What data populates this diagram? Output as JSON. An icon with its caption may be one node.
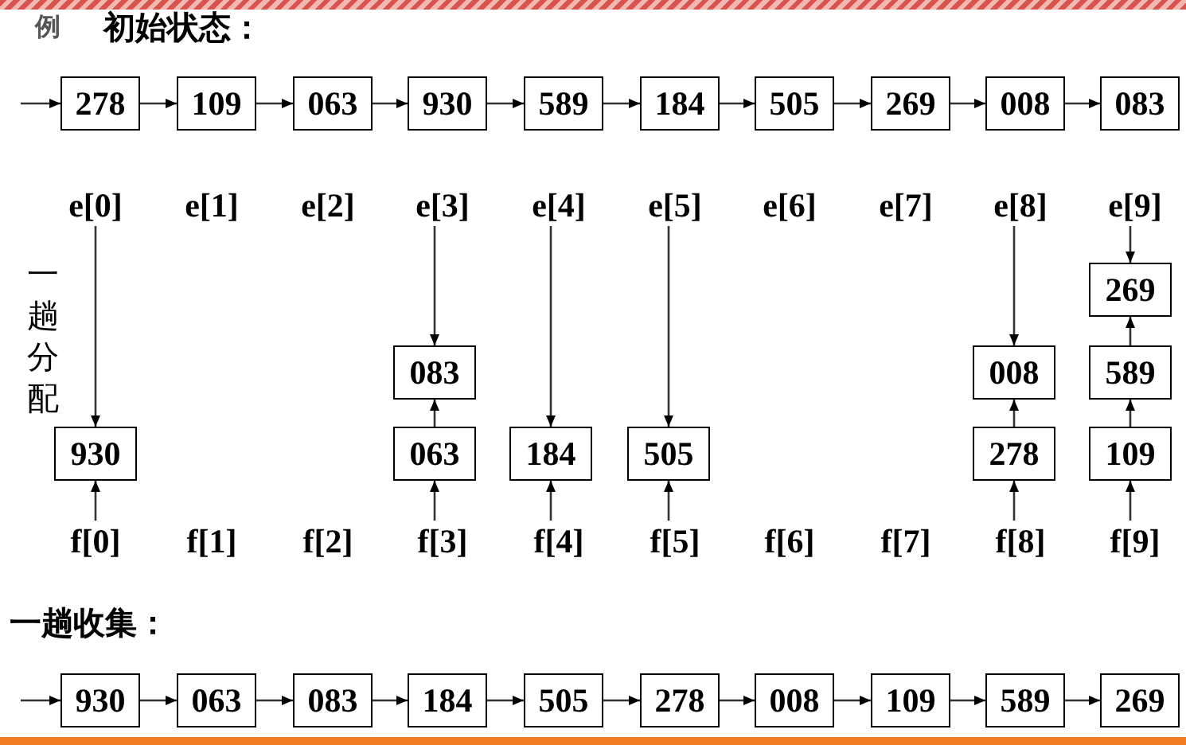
{
  "diagram": {
    "nodes": [
      {
        "text": [
          "278"
        ]
      },
      {
        "text": [
          "109"
        ]
      },
      {
        "text": [
          "063"
        ]
      },
      {
        "text": [
          "930"
        ]
      },
      {
        "text": [
          "589"
        ]
      },
      {
        "text": [
          "184"
        ]
      },
      {
        "text": [
          "505"
        ]
      },
      {
        "text": [
          "269"
        ]
      },
      {
        "text": [
          "008"
        ]
      },
      {
        "text": [
          "083"
        ]
      },
      {
        "text": [
          "e[0]"
        ]
      },
      {
        "text": [
          "e[1]"
        ]
      },
      {
        "text": [
          "e[2]"
        ]
      },
      {
        "text": [
          "e[3]"
        ]
      },
      {
        "text": [
          "e[4]"
        ]
      },
      {
        "text": [
          "e[5]"
        ]
      },
      {
        "text": [
          "e[6]"
        ]
      },
      {
        "text": [
          "e[7]"
        ]
      },
      {
        "text": [
          "e[8]"
        ]
      },
      {
        "text": [
          "e[9]"
        ]
      },
      {
        "text": [
          "f[0]"
        ]
      },
      {
        "text": [
          "f[1]"
        ]
      },
      {
        "text": [
          "f[2]"
        ]
      },
      {
        "text": [
          "f[3]"
        ]
      },
      {
        "text": [
          "f[4]"
        ]
      },
      {
        "text": [
          "f[5]"
        ]
      },
      {
        "text": [
          "f[6]"
        ]
      },
      {
        "text": [
          "f[7]"
        ]
      },
      {
        "text": [
          "f[8]"
        ]
      },
      {
        "text": [
          "f[9]"
        ]
      },
      {
        "text": [
          "269"
        ]
      },
      {
        "text": [
          "083"
        ]
      },
      {
        "text": [
          "008"
        ]
      },
      {
        "text": [
          "589"
        ]
      },
      {
        "text": [
          "930"
        ]
      },
      {
        "text": [
          "063"
        ]
      },
      {
        "text": [
          "184"
        ]
      },
      {
        "text": [
          "505"
        ]
      },
      {
        "text": [
          "278"
        ]
      },
      {
        "text": [
          "109"
        ]
      },
      {
        "text": [
          "930"
        ]
      },
      {
        "text": [
          "063"
        ]
      },
      {
        "text": [
          "083"
        ]
      },
      {
        "text": [
          "184"
        ]
      },
      {
        "text": [
          "505"
        ]
      },
      {
        "text": [
          "278"
        ]
      },
      {
        "text": [
          "008"
        ]
      },
      {
        "text": [
          "109"
        ]
      },
      {
        "text": [
          "589"
        ]
      },
      {
        "text": [
          "269"
        ]
      }
    ],
    "edges": [
      {
        "from": null,
        "to": 0,
        "arrow": "to"
      },
      {
        "from": 0,
        "to": 1,
        "arrow": "to"
      },
      {
        "from": 1,
        "to": 2,
        "arrow": "to"
      },
      {
        "from": 2,
        "to": 3,
        "arrow": "to"
      },
      {
        "from": 3,
        "to": 4,
        "arrow": "to"
      },
      {
        "from": 4,
        "to": 5,
        "arrow": "to"
      },
      {
        "from": 5,
        "to": 6,
        "arrow": "to"
      },
      {
        "from": 6,
        "to": 7,
        "arrow": "to"
      },
      {
        "from": 7,
        "to": 8,
        "arrow": "to"
      },
      {
        "from": 8,
        "to": 9,
        "arrow": "to"
      },
      {
        "from": 10,
        "to": 34,
        "arrow": "to"
      },
      {
        "from": 13,
        "to": 31,
        "arrow": "to"
      },
      {
        "from": 14,
        "to": 36,
        "arrow": "to"
      },
      {
        "from": 15,
        "to": 37,
        "arrow": "to"
      },
      {
        "from": 18,
        "to": 32,
        "arrow": "to"
      },
      {
        "from": 19,
        "to": 30,
        "arrow": "to"
      },
      {
        "from": 20,
        "to": 34,
        "arrow": "to"
      },
      {
        "from": 23,
        "to": 35,
        "arrow": "to"
      },
      {
        "from": 35,
        "to": 31,
        "arrow": "to"
      },
      {
        "from": 24,
        "to": 36,
        "arrow": "to"
      },
      {
        "from": 25,
        "to": 37,
        "arrow": "to"
      },
      {
        "from": 28,
        "to": 38,
        "arrow": "to"
      },
      {
        "from": 38,
        "to": 32,
        "arrow": "to"
      },
      {
        "from": 29,
        "to": 39,
        "arrow": "to"
      },
      {
        "from": 39,
        "to": 33,
        "arrow": "to"
      },
      {
        "from": 33,
        "to": 30,
        "arrow": "to"
      },
      {
        "from": null,
        "to": 40,
        "arrow": "to"
      },
      {
        "from": 40,
        "to": 41,
        "arrow": "to"
      },
      {
        "from": 41,
        "to": 42,
        "arrow": "to"
      },
      {
        "from": 42,
        "to": 43,
        "arrow": "to"
      },
      {
        "from": 43,
        "to": 44,
        "arrow": "to"
      },
      {
        "from": 44,
        "to": 45,
        "arrow": "to"
      },
      {
        "from": 45,
        "to": 46,
        "arrow": "to"
      },
      {
        "from": 46,
        "to": 47,
        "arrow": "to"
      },
      {
        "from": 47,
        "to": 48,
        "arrow": "to"
      },
      {
        "from": 48,
        "to": 49,
        "arrow": "to"
      }
    ],
    "labels": [
      "例",
      "初始状态：",
      "一趟分配",
      "一趟收集："
    ]
  }
}
